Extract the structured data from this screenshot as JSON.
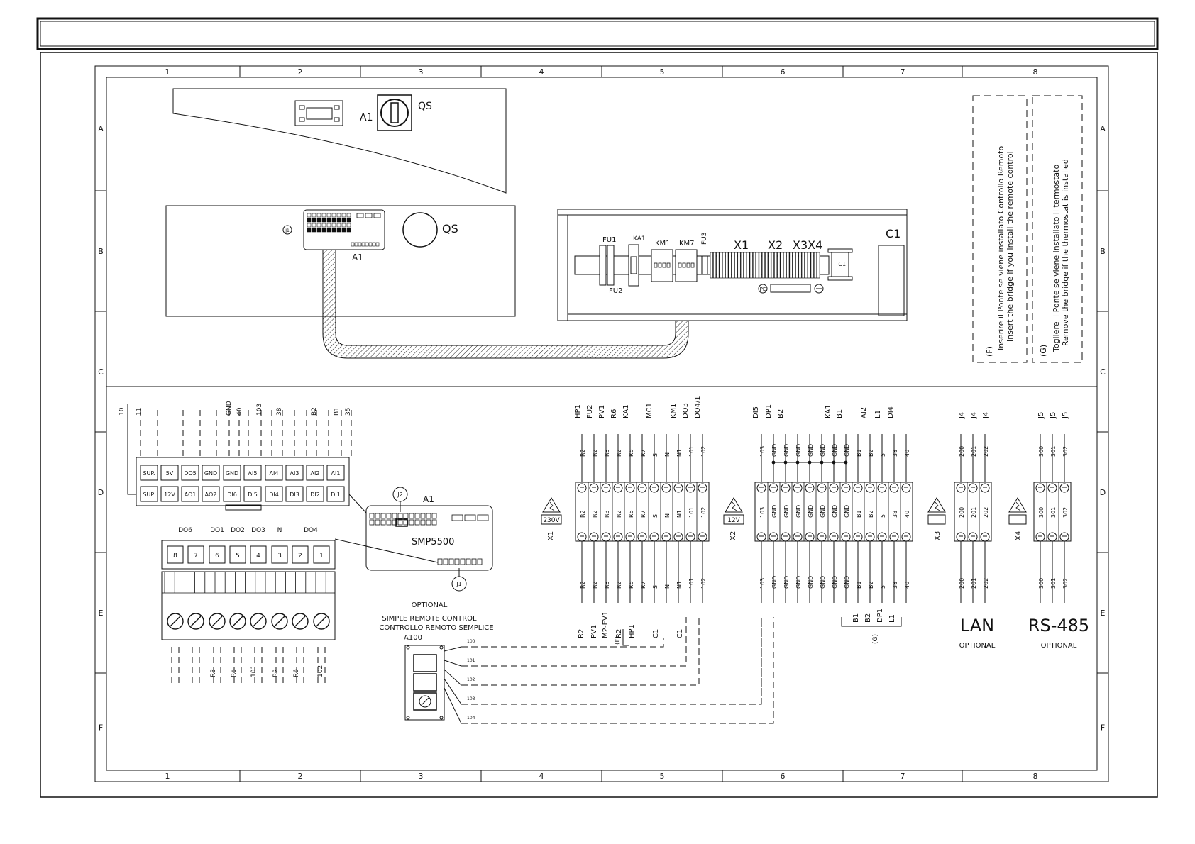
{
  "frame": {
    "columns": [
      "1",
      "2",
      "3",
      "4",
      "5",
      "6",
      "7",
      "8"
    ],
    "rows": [
      "A",
      "B",
      "C",
      "D",
      "E",
      "F"
    ]
  },
  "panel_top": {
    "display_label": "A1",
    "switch_label": "QS"
  },
  "panel_inner": {
    "controller_label": "A1",
    "connector_label": "J1",
    "switch_label": "QS"
  },
  "electrical_box": {
    "labels": [
      "FU1",
      "FU2",
      "KA1",
      "KM1",
      "KM7",
      "FU3",
      "X1",
      "X2",
      "X3X4",
      "C1",
      "TC1",
      "PE"
    ]
  },
  "notes": {
    "F": {
      "tag": "(F)",
      "line_it": "Inserire il Ponte se viene installato Controllo Remoto",
      "line_en": "Insert the bridge if you install the remote control"
    },
    "G": {
      "tag": "(G)",
      "line_it": "Togliere il Ponte se viene installato il termostato",
      "line_en": "Remove the bridge if the thermostat is installed"
    }
  },
  "controller": {
    "top_wire_labels": [
      "10",
      "11",
      "GND",
      "40",
      "103",
      "38",
      "B2",
      "B1",
      "35"
    ],
    "upper_terminals": [
      "SUP.",
      "5V",
      "DO5",
      "GND",
      "GND",
      "AI5",
      "AI4",
      "AI3",
      "AI2",
      "AI1"
    ],
    "lower_terminals": [
      "SUP.",
      "12V",
      "AO1",
      "AO2",
      "DI6",
      "DI5",
      "DI4",
      "DI3",
      "DI2",
      "DI1"
    ],
    "board_label": "A1",
    "model": "SMP5500",
    "connector_j2": "J2",
    "connector_j1": "J1"
  },
  "relay_block": {
    "group_labels": [
      "DO6",
      "DO1",
      "DO2",
      "DO3",
      "N",
      "DO4"
    ],
    "terminals": [
      "8",
      "7",
      "6",
      "5",
      "4",
      "3",
      "2",
      "1"
    ],
    "bottom_labels": [
      "R3",
      "R5",
      "101",
      "R2",
      "R6",
      "102"
    ]
  },
  "remote_control": {
    "optional": "OPTIONAL",
    "title_en": "SIMPLE REMOTE CONTROL",
    "title_it": "CONTROLLO REMOTO SEMPLICE",
    "id": "A100",
    "wires": [
      "100",
      "101",
      "102",
      "103",
      "104"
    ]
  },
  "strip_x1": {
    "name": "X1",
    "voltage": "230V",
    "top_labels": [
      "HP1",
      "FU2",
      "PV1",
      "R6",
      "KA1",
      "MC1",
      "",
      "KM1",
      "DO3",
      "DO4/1"
    ],
    "upper_wires": [
      "R2",
      "R2",
      "R3",
      "R2",
      "R6",
      "R7",
      "S",
      "N",
      "N1",
      "101",
      "102"
    ],
    "terminals": [
      "R2",
      "R2",
      "R3",
      "R2",
      "R6",
      "R7",
      "S",
      "N",
      "N1",
      "101",
      "102"
    ],
    "lower_wires": [
      "R2",
      "R2",
      "R3",
      "R2",
      "R6",
      "R7",
      "S",
      "N",
      "N1",
      "101",
      "102"
    ],
    "bottom_labels": [
      "R2",
      "PV1",
      "M2-EV1",
      "R2",
      "HP1",
      "C1",
      "C1"
    ],
    "bridge_tag": "(F)"
  },
  "strip_x2": {
    "name": "X2",
    "voltage": "12V",
    "top_labels": [
      "DI5",
      "DP1",
      "B2",
      "KA1",
      "B1",
      "AI2",
      "L1",
      "DI4"
    ],
    "upper_wires": [
      "103",
      "GND",
      "GND",
      "GND",
      "GND",
      "GND",
      "GND",
      "GND",
      "B1",
      "B2",
      "5",
      "38",
      "40"
    ],
    "terminals": [
      "103",
      "GND",
      "GND",
      "GND",
      "GND",
      "GND",
      "GND",
      "GND",
      "B1",
      "B2",
      "5",
      "38",
      "40"
    ],
    "lower_wires": [
      "103",
      "GND",
      "GND",
      "GND",
      "GND",
      "GND",
      "GND",
      "GND",
      "B1",
      "B2",
      "5",
      "38",
      "40"
    ],
    "bottom_labels": [
      "B1",
      "B2",
      "DP1",
      "L1"
    ],
    "bridge_tag": "(G)"
  },
  "strip_x3": {
    "name": "X3",
    "top_labels": [
      "J4",
      "J4",
      "J4"
    ],
    "wires": [
      "200",
      "201",
      "202"
    ],
    "bus": "LAN",
    "optional": "OPTIONAL"
  },
  "strip_x4": {
    "name": "X4",
    "top_labels": [
      "J5",
      "J5",
      "J5"
    ],
    "wires": [
      "300",
      "301",
      "302"
    ],
    "bus": "RS-485",
    "optional": "OPTIONAL"
  }
}
